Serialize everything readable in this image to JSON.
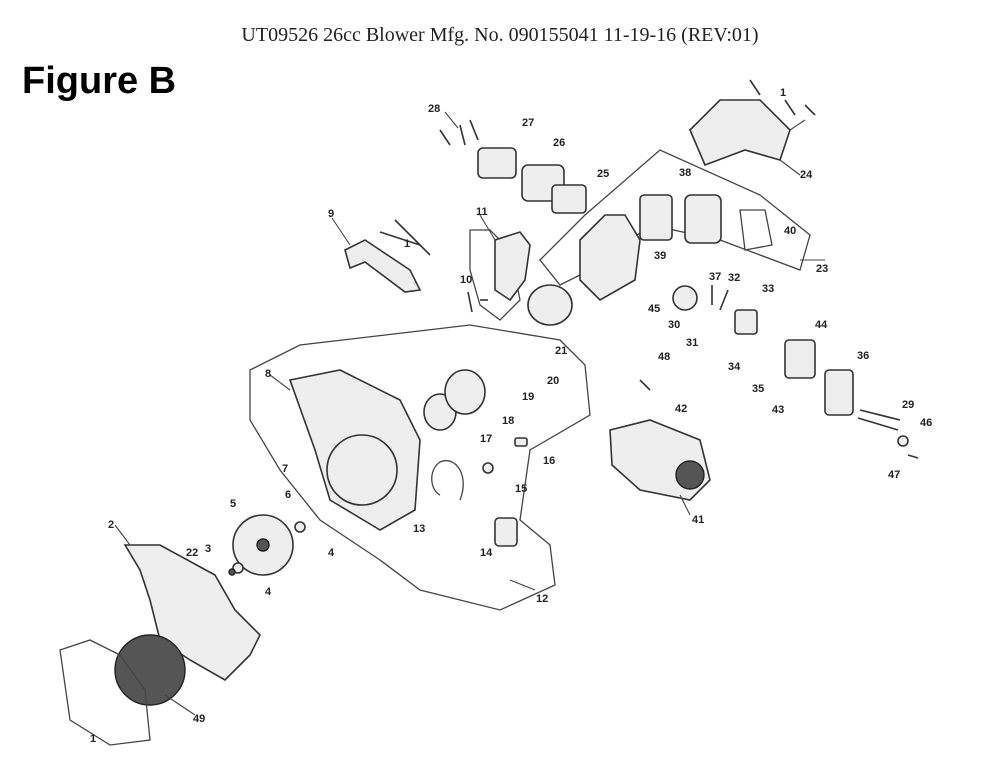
{
  "header": {
    "text": "UT09526 26cc Blower Mfg. No. 090155041 11-19-16 (REV:01)"
  },
  "figure": {
    "title": "Figure B"
  },
  "callouts": [
    "1",
    "1",
    "1",
    "2",
    "3",
    "4",
    "4",
    "5",
    "6",
    "7",
    "8",
    "9",
    "10",
    "11",
    "12",
    "13",
    "14",
    "15",
    "16",
    "17",
    "18",
    "19",
    "20",
    "21",
    "22",
    "23",
    "24",
    "25",
    "26",
    "27",
    "28",
    "29",
    "30",
    "31",
    "32",
    "33",
    "34",
    "35",
    "36",
    "37",
    "38",
    "39",
    "40",
    "41",
    "42",
    "43",
    "44",
    "45",
    "46",
    "47",
    "48",
    "49"
  ]
}
